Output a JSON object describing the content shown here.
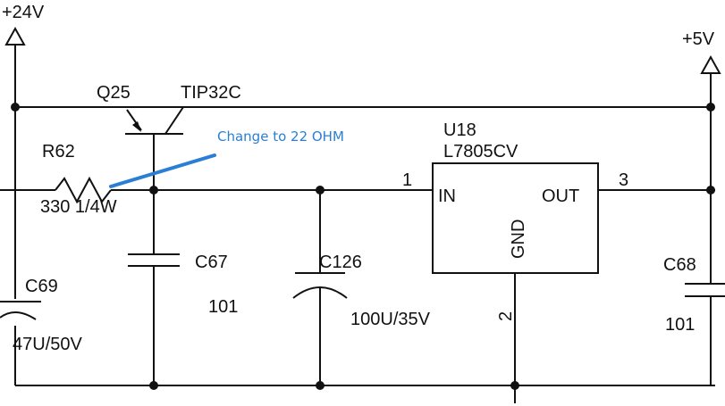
{
  "colors": {
    "ink": "#111111",
    "annotation": "#2a7fd4",
    "background": "#ffffff"
  },
  "rails": {
    "input": "+24V",
    "output": "+5V"
  },
  "transistor": {
    "ref": "Q25",
    "part": "TIP32C"
  },
  "resistor": {
    "ref": "R62",
    "value": "330 1/4W"
  },
  "annotation": {
    "text": "Change to 22 OHM"
  },
  "regulator": {
    "ref": "U18",
    "part": "L7805CV",
    "pins": {
      "in": "IN",
      "out": "OUT",
      "gnd": "GND"
    },
    "pin_numbers": {
      "in": "1",
      "out": "3",
      "gnd": "2"
    }
  },
  "capacitors": [
    {
      "ref": "C69",
      "value": "47U/50V"
    },
    {
      "ref": "C67",
      "value": "101"
    },
    {
      "ref": "C126",
      "value": "100U/35V"
    },
    {
      "ref": "C68",
      "value": "101"
    }
  ]
}
